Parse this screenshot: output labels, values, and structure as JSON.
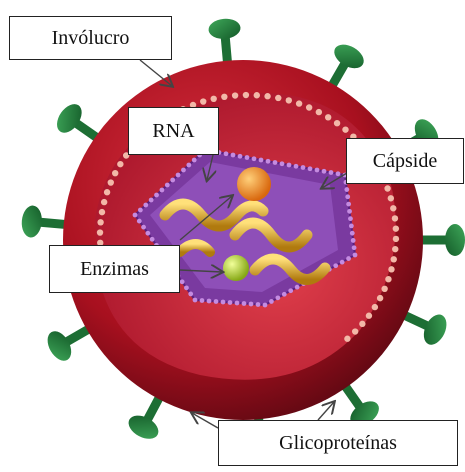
{
  "labels": {
    "envelope": "Invólucro",
    "rna": "RNA",
    "capsid": "Cápside",
    "enzymes": "Enzimas",
    "glycoproteins": "Glicoproteínas"
  },
  "colors": {
    "envelope_red": "#b01224",
    "envelope_dark": "#6e0a16",
    "inner_red": "#c71f30",
    "spike_green": "#1f7a3a",
    "capsid_purple": "#6a2a8a",
    "rna_gold": "#d7a51c",
    "enzyme_orange": "#f08a1a",
    "enzyme_green": "#b6d22a",
    "bead_pink": "#f2b8a8"
  }
}
